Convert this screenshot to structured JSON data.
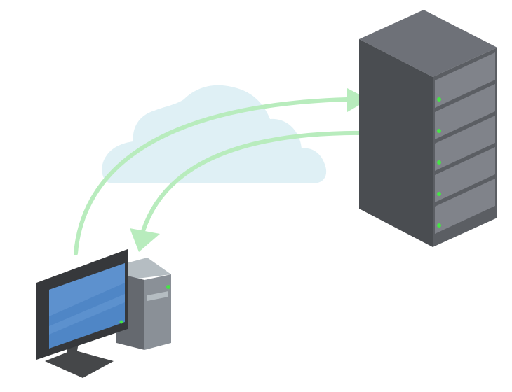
{
  "diagram": {
    "nodes": [
      {
        "id": "cloud",
        "icon": "cloud-icon"
      },
      {
        "id": "server",
        "icon": "server-rack-icon",
        "drive_bays": 5
      },
      {
        "id": "client",
        "icon": "desktop-computer-icon"
      }
    ],
    "edges": [
      {
        "from": "client",
        "to": "server",
        "icon": "arrow-right-icon"
      },
      {
        "from": "server",
        "to": "client",
        "icon": "arrow-left-icon"
      }
    ]
  },
  "colors": {
    "background": "#ffffff",
    "cloud": "#dff0f5",
    "arrow": "#b8ecbd",
    "server_top": "#6e7178",
    "server_side": "#4a4d51",
    "server_front": "#80838a",
    "server_front_edge": "#5b5e63",
    "led": "#46e446",
    "monitor_frame": "#36383b",
    "screen": "#4f86c6",
    "screen_highlight": "#6a9bd6",
    "tower_top": "#b5bdc2",
    "tower_front": "#8a9097",
    "tower_side": "#65696f",
    "stand": "#454749"
  }
}
